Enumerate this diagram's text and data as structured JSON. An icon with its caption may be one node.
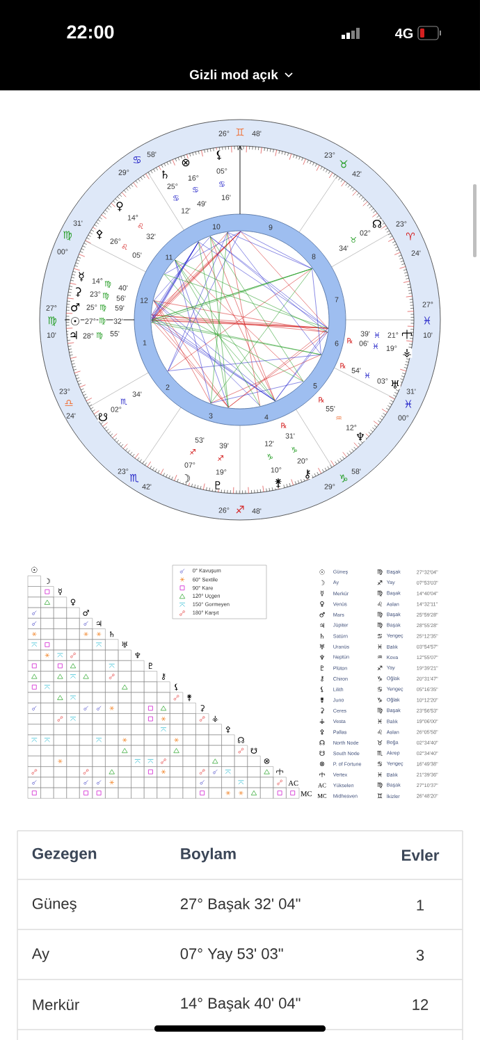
{
  "diagram": {
    "labels": [
      "22:00",
      "4G",
      "Gizli mod açık",
      "26°",
      "♊",
      "48'",
      "29°",
      "♋",
      "58'",
      "23°",
      "♉",
      "42'",
      "31'",
      "♍",
      "00°",
      "23°",
      "♈",
      "24'",
      "27°",
      "♍",
      "10'",
      "27°",
      "♓",
      "10'",
      "23°",
      "♎",
      "24'",
      "31'",
      "♓",
      "00°",
      "23°",
      "♏",
      "42'",
      "29°",
      "♑",
      "58'",
      "26°",
      "♐",
      "48'",
      "10",
      "9",
      "11",
      "8",
      "12",
      "7",
      "1",
      "6",
      "2",
      "5",
      "3",
      "4",
      "⚸",
      "05°",
      "♋",
      "16'",
      "⊗",
      "16°",
      "♋",
      "49'",
      "♄",
      "25°",
      "♋",
      "12'",
      "♀",
      "14°",
      "♌",
      "32'",
      "⚴",
      "26°",
      "♌",
      "05'",
      "☊",
      "02°",
      "♉",
      "34'",
      "☿",
      "14°",
      "♍",
      "40'",
      "⚳",
      "23°",
      "♍",
      "56'",
      "♂",
      "25°",
      "♍",
      "59'",
      "☉",
      "27°",
      "♍",
      "32'",
      "♃",
      "28°",
      "♍",
      "55'",
      "39'",
      "♓",
      "21°",
      "℞",
      "06'",
      "♓",
      "19°",
      "⚶",
      "℞",
      "54'",
      "♓",
      "03°",
      "♅",
      "34'",
      "♏",
      "02°",
      "☋",
      "℞",
      "55'",
      "♒",
      "12°",
      "♆",
      "53'",
      "♐",
      "07°",
      "☽",
      "39'",
      "♐",
      "19°",
      "♇",
      "℞",
      "31'",
      "♑",
      "20°",
      "⚷",
      "12'",
      "♑",
      "10°",
      "⚵",
      "☉",
      "☽",
      "☿",
      "♀",
      "♂",
      "♃",
      "♄",
      "♅",
      "♆",
      "♇",
      "⚷",
      "⚸",
      "⚵",
      "⚳",
      "⚶",
      "⚴",
      "☊",
      "☋",
      "⊗",
      "AC",
      "MC",
      "☉",
      "Güneş",
      "♍",
      "Başak",
      "27°32'04\"",
      "☽",
      "Ay",
      "♐",
      "Yay",
      "07°53'03\"",
      "☿",
      "Merkür",
      "♍",
      "Başak",
      "14°40'04\"",
      "♀",
      "Venüs",
      "♌",
      "Aslan",
      "14°32'11\"",
      "♂",
      "Mars",
      "♍",
      "Başak",
      "25°59'28\"",
      "♃",
      "Jüpiter",
      "♍",
      "Başak",
      "28°55'28\"",
      "♄",
      "Satürn",
      "♋",
      "Yengeç",
      "25°12'35\"",
      "♅",
      "Uranüs",
      "♓",
      "Balık",
      "03°54'57\"",
      "♆",
      "Neptün",
      "♒",
      "Kova",
      "12°55'07\"",
      "♇",
      "Plüton",
      "♐",
      "Yay",
      "19°39'21\"",
      "⚷",
      "Chiron",
      "♑",
      "Oğlak",
      "20°31'47\"",
      "⚸",
      "Lilith",
      "♋",
      "Yengeç",
      "05°16'35\"",
      "⚵",
      "Juno",
      "♑",
      "Oğlak",
      "10°12'20\"",
      "⚳",
      "Ceres",
      "♍",
      "Başak",
      "23°56'53\"",
      "⚶",
      "Vesta",
      "♓",
      "Balık",
      "19°06'00\"",
      "⚴",
      "Pallas",
      "♌",
      "Aslan",
      "26°05'58\"",
      "☊",
      "North Node",
      "♉",
      "Boğa",
      "02°34'40\"",
      "☋",
      "South Node",
      "♏",
      "Akrep",
      "02°34'40\"",
      "⊗",
      "P. of Fortune",
      "♋",
      "Yengeç",
      "16°49'38\"",
      "Vertex",
      "♓",
      "Balık",
      "21°39'36\"",
      "AC",
      "Yükselen",
      "♍",
      "Başak",
      "27°10'37\"",
      "MC",
      "Midheaven",
      "♊",
      "İkizler",
      "26°48'20\"",
      "Gezegen",
      "Boylam",
      "Evler",
      "Güneş",
      "27° Başak 32' 04\"",
      "1",
      "Ay",
      "07° Yay 53' 03\"",
      "3",
      "Merkür",
      "14° Başak 40' 04\"",
      "12"
    ],
    "legend": [
      {
        "text": "0° Kavuşum"
      },
      {
        "text": "60° Sextile"
      },
      {
        "text": "90° Kare"
      },
      {
        "text": "120° Uçgen"
      },
      {
        "text": "150° Gormeyen"
      },
      {
        "text": "180° Karşıt"
      }
    ]
  }
}
